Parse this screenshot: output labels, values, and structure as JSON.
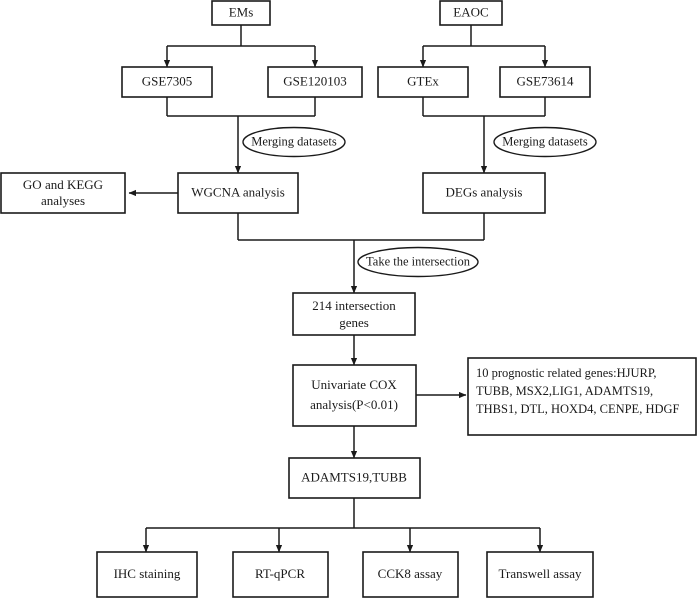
{
  "diagram": {
    "title": "Study workflow flowchart",
    "colors": {
      "stroke": "#1a1a1a",
      "fill": "#ffffff",
      "background": "#ffffff"
    },
    "nodes": {
      "ems": "EMs",
      "eaoc": "EAOC",
      "gse7305": "GSE7305",
      "gse120103": "GSE120103",
      "gtex": "GTEx",
      "gse73614": "GSE73614",
      "merging_left": "Merging datasets",
      "merging_right": "Merging datasets",
      "wgcna": "WGCNA analysis",
      "degs": "DEGs analysis",
      "go_kegg_line1": "GO and KEGG",
      "go_kegg_line2": "analyses",
      "take_intersection": "Take the intersection",
      "intersection_line1": "214 intersection",
      "intersection_line2": "genes",
      "cox_line1": "Univariate COX",
      "cox_line2": "analysis(P<0.01)",
      "genes_line1": "10 prognostic related genes:HJURP,",
      "genes_line2": "TUBB, MSX2,LIG1, ADAMTS19,",
      "genes_line3": "THBS1, DTL, HOXD4, CENPE, HDGF",
      "final_genes": "ADAMTS19,TUBB",
      "assay_ihc": "IHC staining",
      "assay_rtqpcr": "RT-qPCR",
      "assay_cck8": "CCK8 assay",
      "assay_transwell": "Transwell assay"
    }
  }
}
